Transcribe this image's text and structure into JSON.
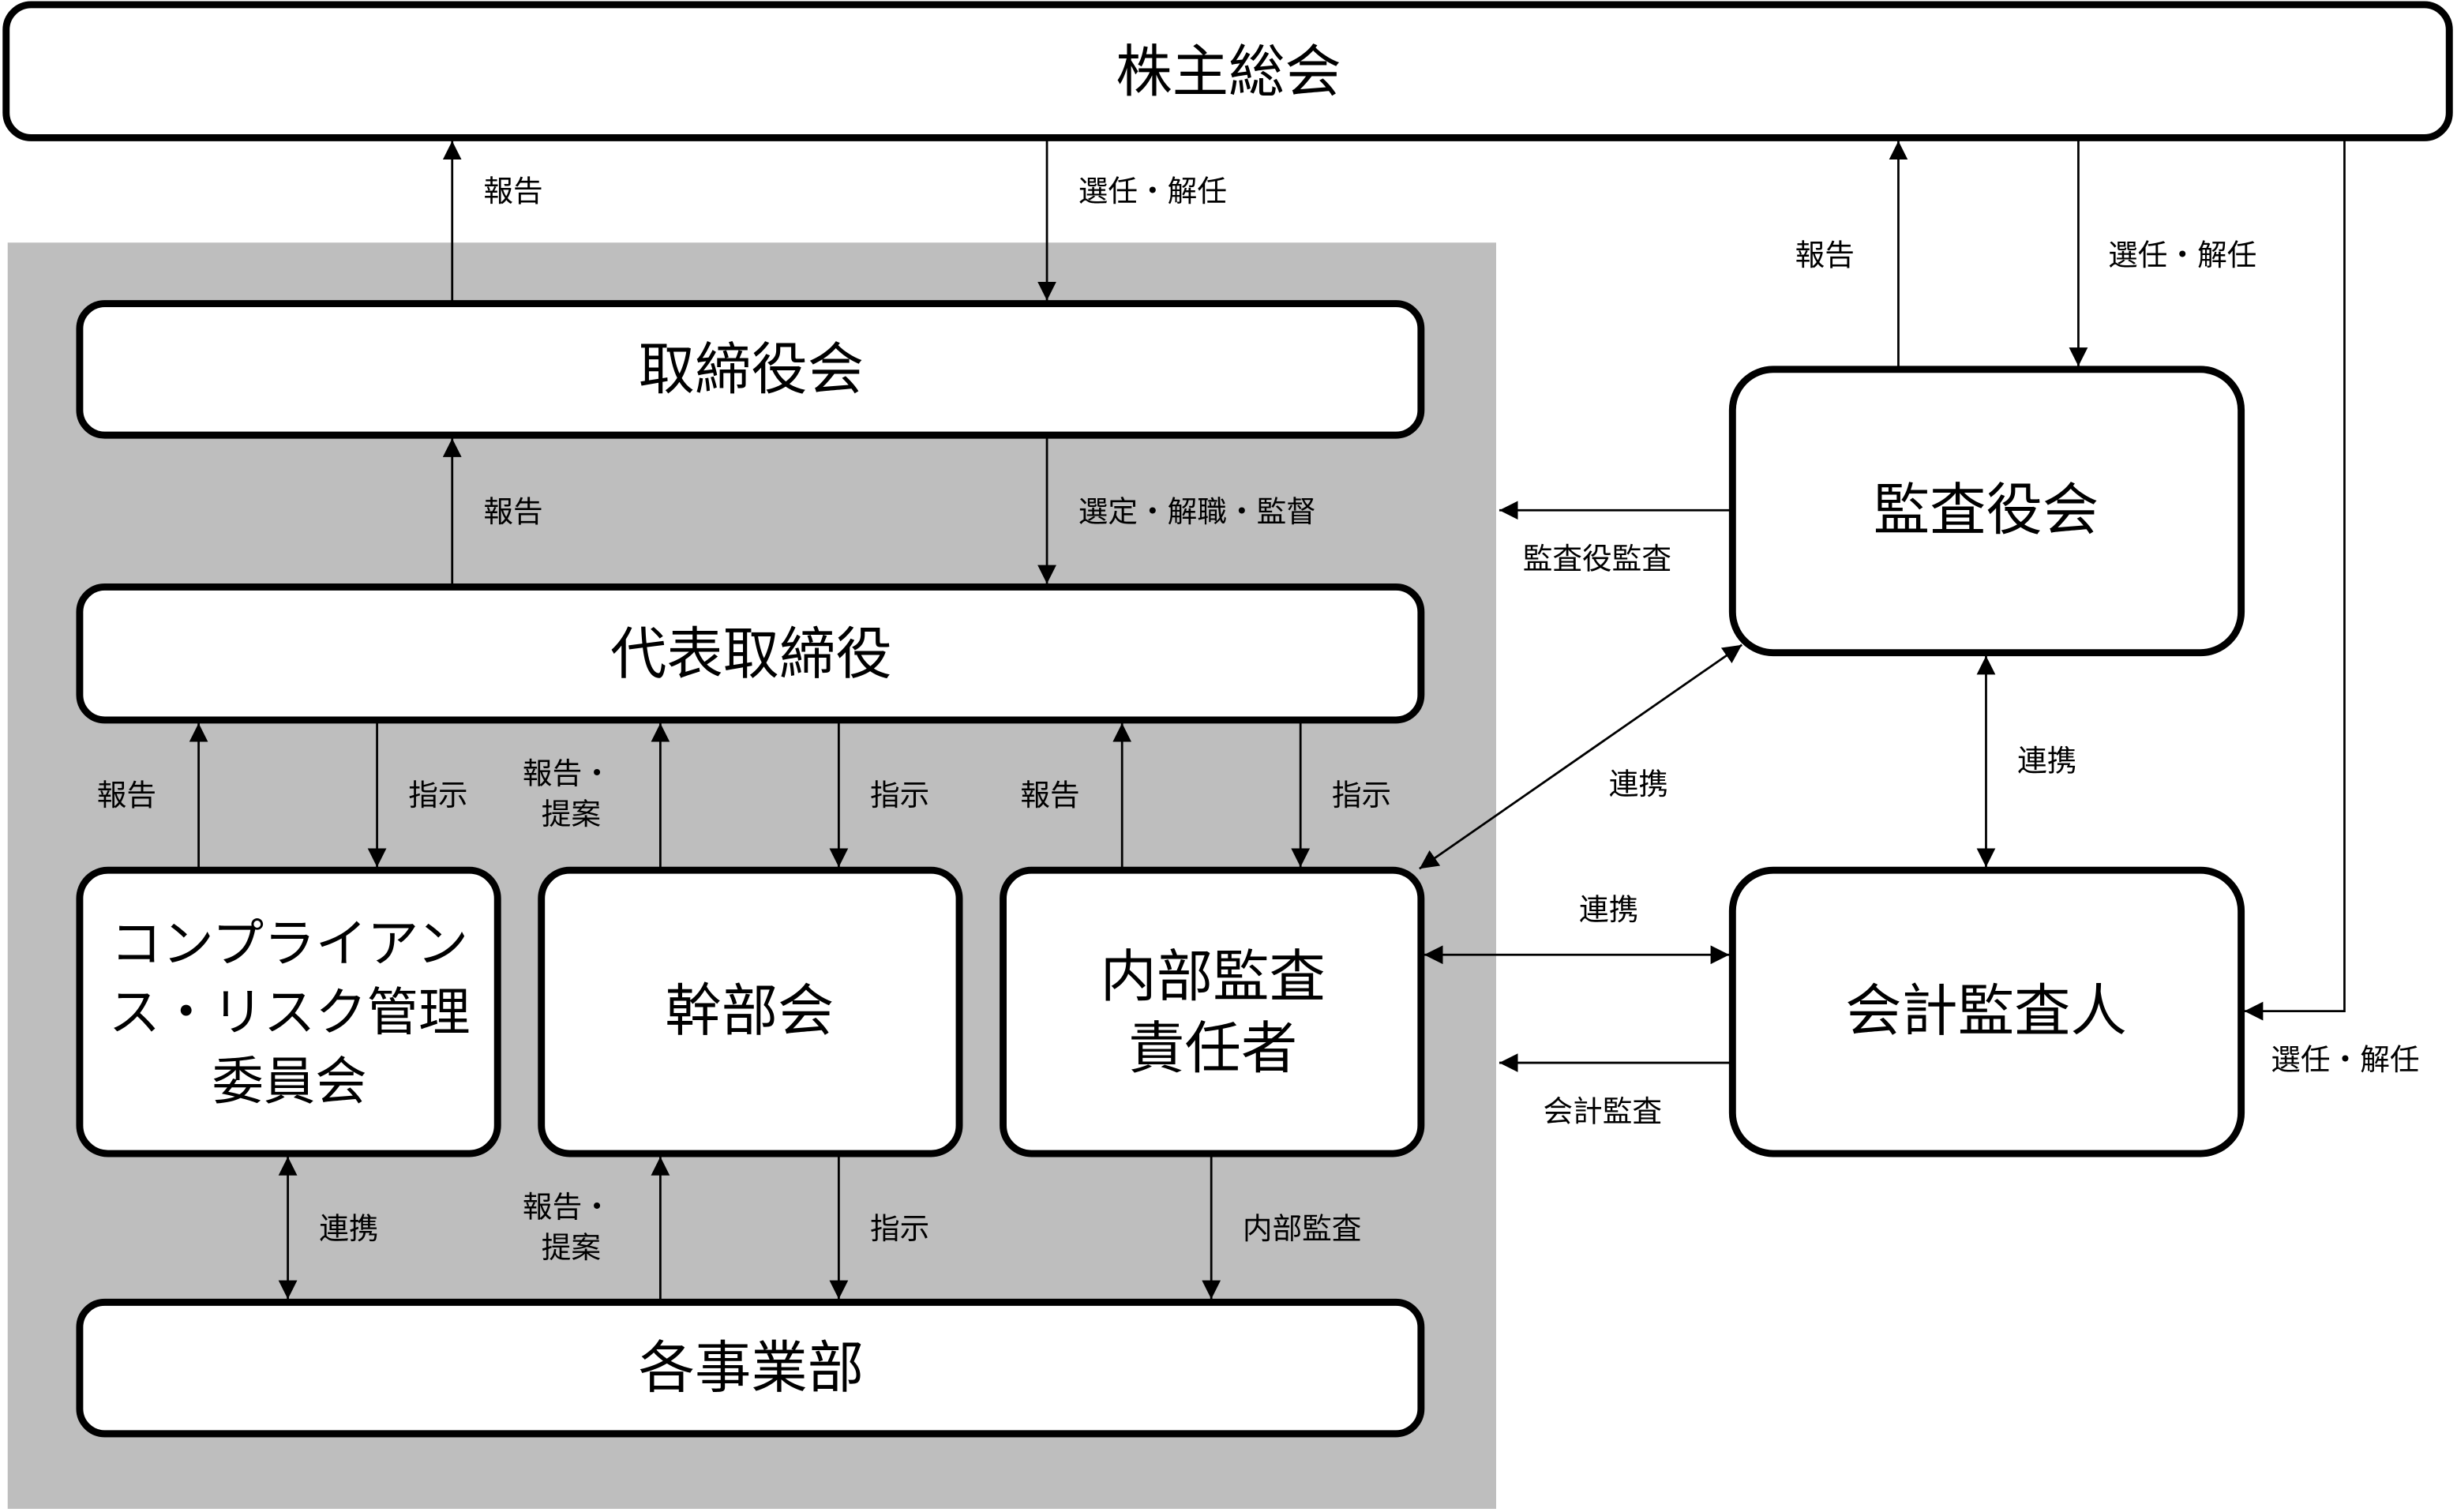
{
  "nodes": {
    "shareholders": "株主総会",
    "board": "取締役会",
    "representative": "代表取締役",
    "compliance": [
      "コンプライアン",
      "ス・リスク管理",
      "委員会"
    ],
    "executive": "幹部会",
    "internal_audit": [
      "内部監査",
      "責任者"
    ],
    "divisions": "各事業部",
    "auditors_board": "監査役会",
    "accounting_auditor": "会計監査人"
  },
  "edges": {
    "board_to_shareholders": "報告",
    "shareholders_to_board": "選任・解任",
    "auditors_to_shareholders": "報告",
    "shareholders_to_auditors": "選任・解任",
    "shareholders_to_accounting": "選任・解任",
    "rep_to_board": "報告",
    "board_to_rep": "選定・解職・監督",
    "auditors_audit": "監査役監査",
    "compliance_to_rep": "報告",
    "rep_to_compliance": "指示",
    "executive_to_rep": [
      "報告・",
      "提案"
    ],
    "rep_to_executive": "指示",
    "internal_to_rep": "報告",
    "rep_to_internal": "指示",
    "internal_auditors_link": "連携",
    "auditors_accounting_link": "連携",
    "internal_accounting_link": "連携",
    "accounting_audit": "会計監査",
    "compliance_divisions_link": "連携",
    "divisions_to_executive": [
      "報告・",
      "提案"
    ],
    "executive_to_divisions": "指示",
    "internal_to_divisions": "内部監査"
  }
}
